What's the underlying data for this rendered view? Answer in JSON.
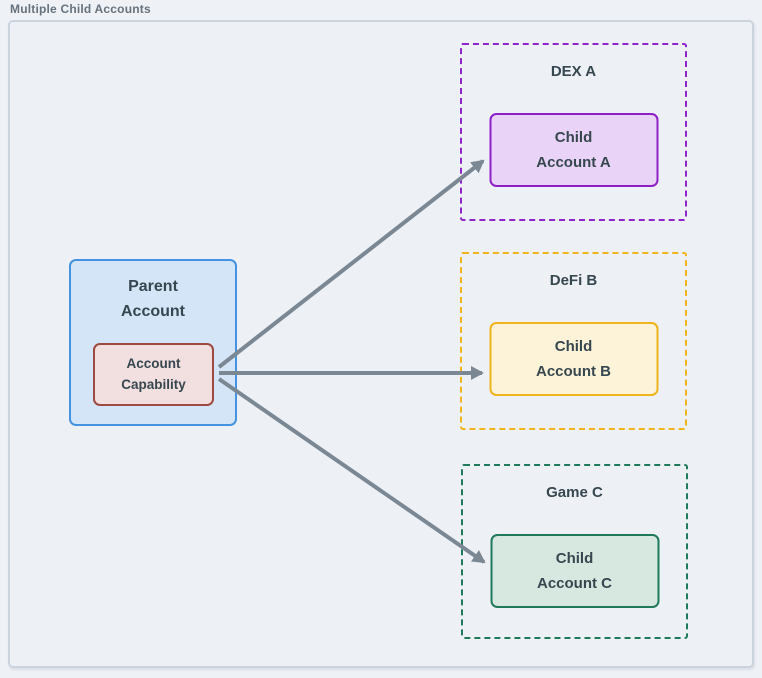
{
  "frame": {
    "title": "Multiple Child Accounts"
  },
  "diagram": {
    "parent": {
      "label_lines": [
        "Parent",
        "Account"
      ],
      "fill": "#d4e5f7",
      "border": "#4593e0"
    },
    "capability": {
      "label_lines": [
        "Account",
        "Capability"
      ],
      "fill": "#f2dfdf",
      "border": "#9d4a42"
    },
    "groups": [
      {
        "name": "DEX A",
        "child_label_lines": [
          "Child",
          "Account A"
        ],
        "group_border": "#8e24c9",
        "child_fill": "#e9d4f8",
        "child_border": "#8e1fc6"
      },
      {
        "name": "DeFi B",
        "child_label_lines": [
          "Child",
          "Account B"
        ],
        "group_border": "#f0b41c",
        "child_fill": "#fdf3d8",
        "child_border": "#efb41c"
      },
      {
        "name": "Game C",
        "child_label_lines": [
          "Child",
          "Account C"
        ],
        "group_border": "#1f7a5c",
        "child_fill": "#d6e8e0",
        "child_border": "#1f7a5c"
      }
    ],
    "arrow_color": "#7b8894",
    "text_color": "#37474f",
    "background": "#edf1f5"
  }
}
